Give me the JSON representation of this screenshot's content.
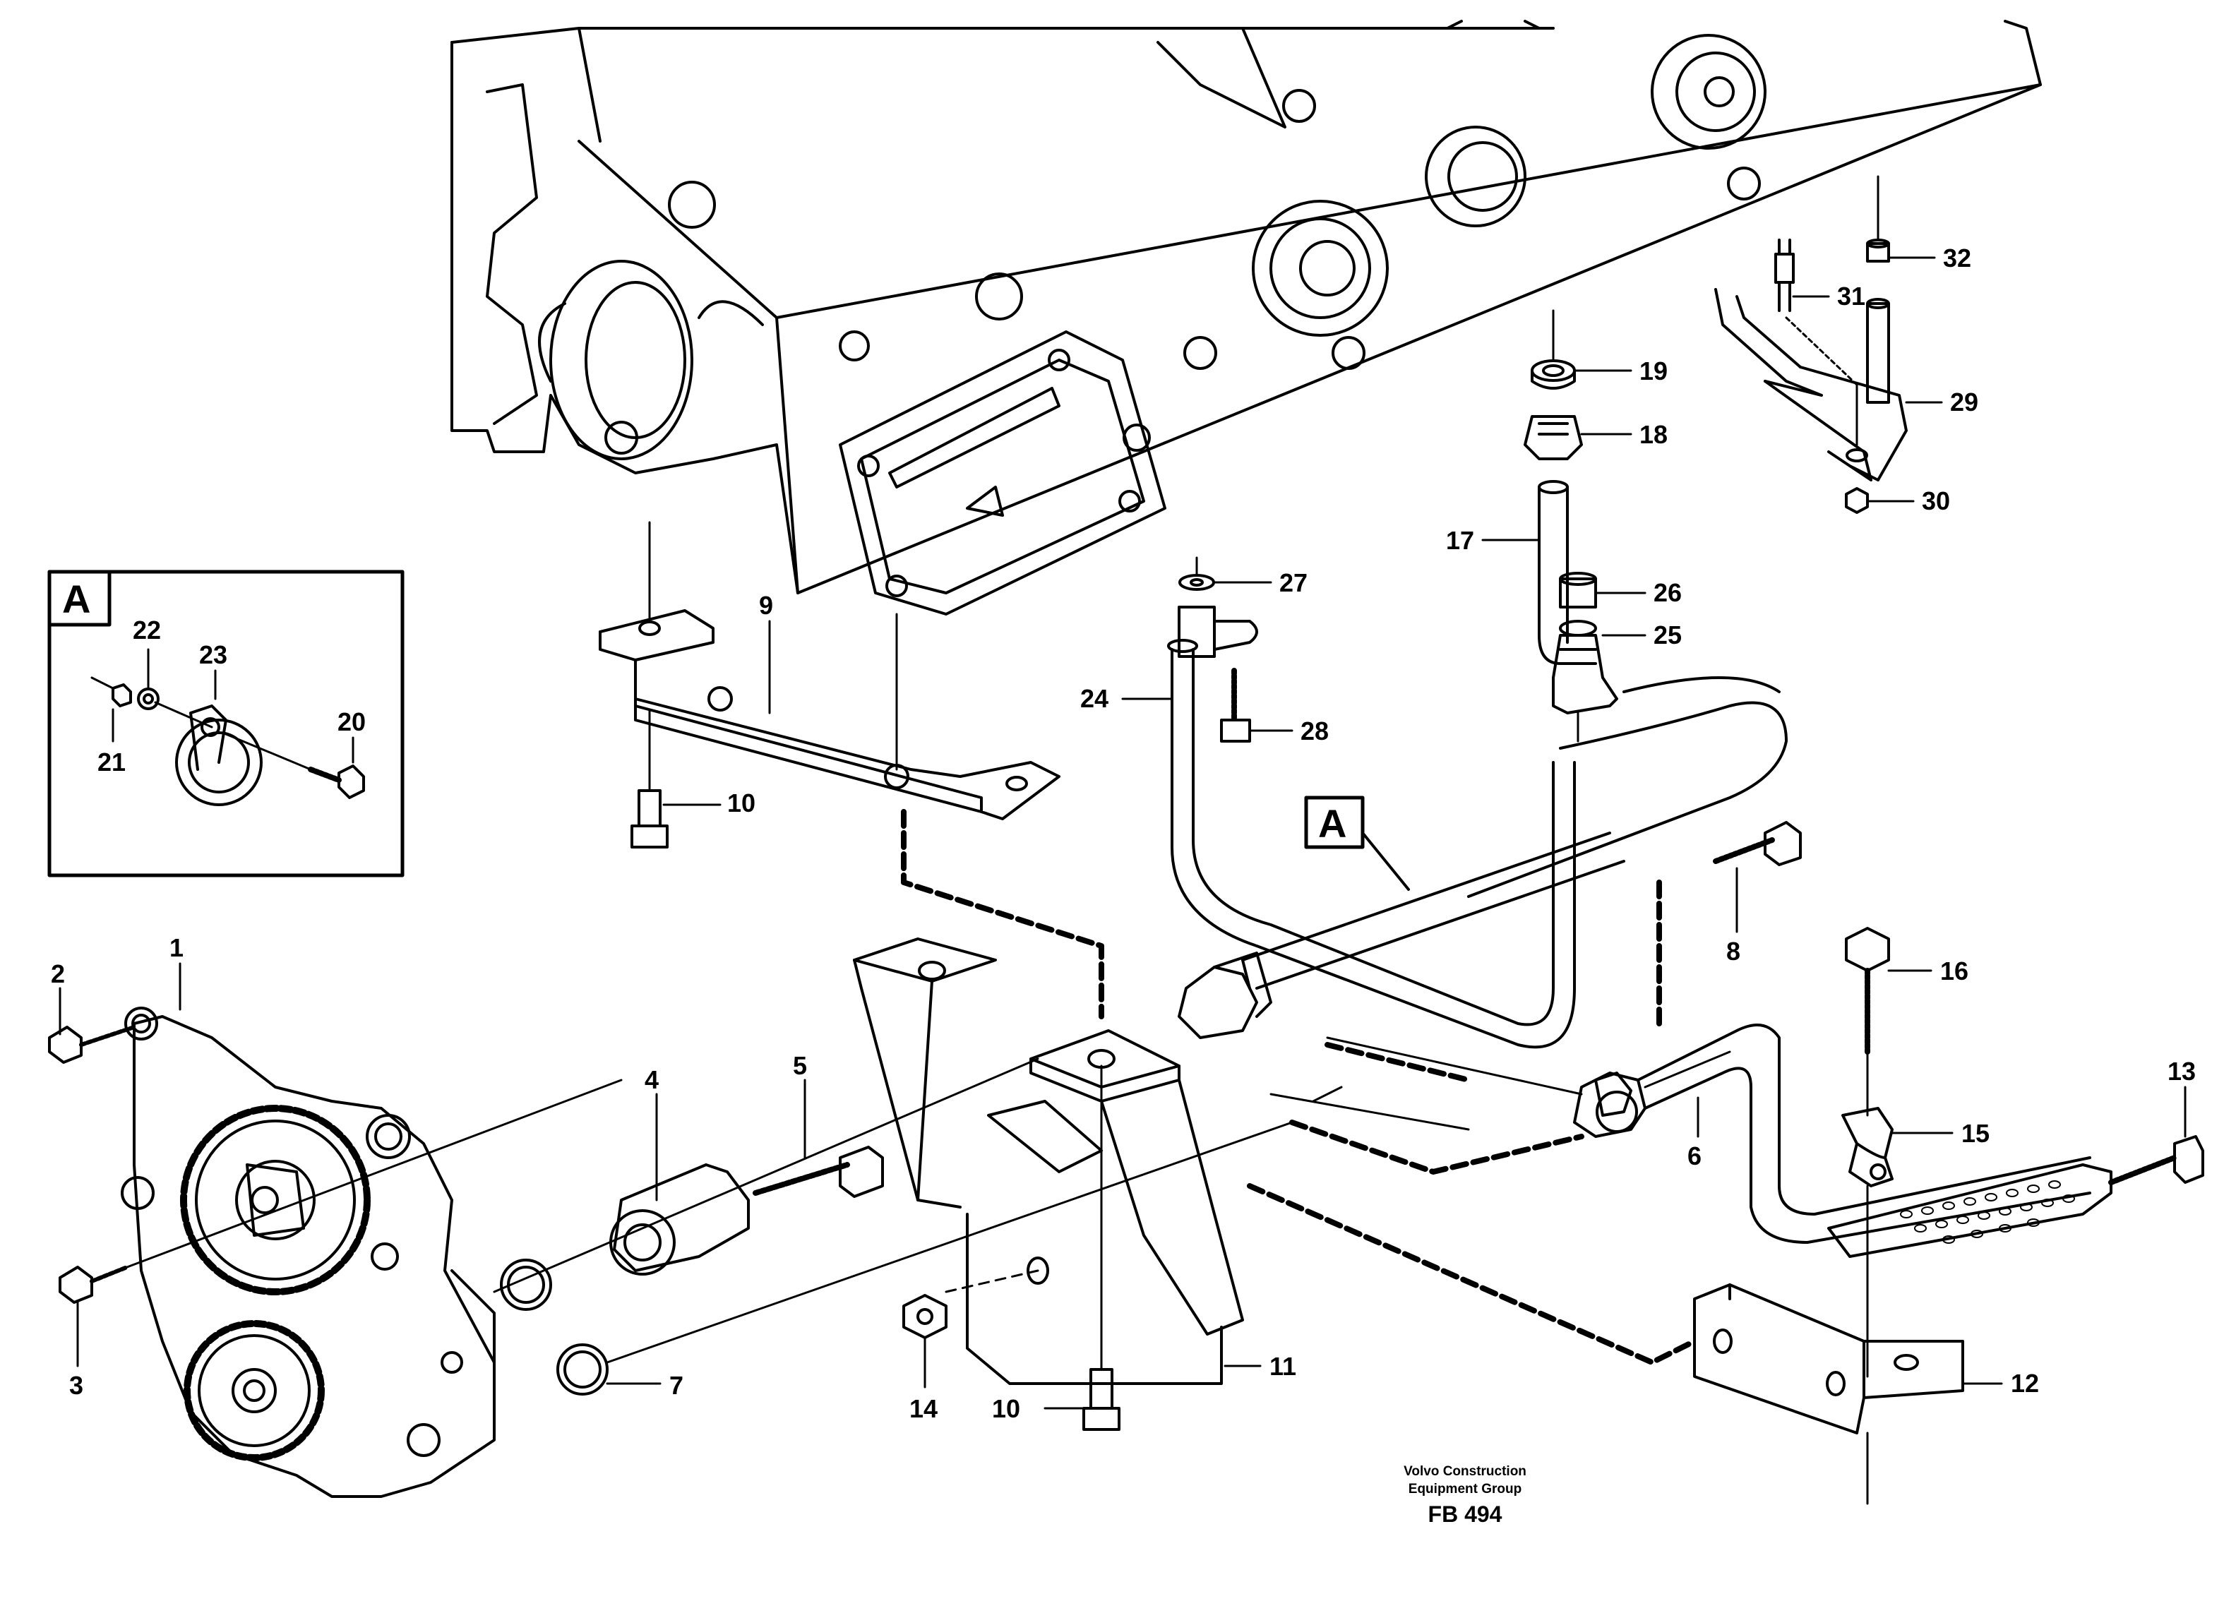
{
  "inset": {
    "letter": "A"
  },
  "section_marker": "A",
  "callouts": [
    {
      "id": "1",
      "label": "1"
    },
    {
      "id": "2",
      "label": "2"
    },
    {
      "id": "3",
      "label": "3"
    },
    {
      "id": "4",
      "label": "4"
    },
    {
      "id": "5",
      "label": "5"
    },
    {
      "id": "6",
      "label": "6"
    },
    {
      "id": "7",
      "label": "7"
    },
    {
      "id": "8",
      "label": "8"
    },
    {
      "id": "9",
      "label": "9"
    },
    {
      "id": "10a",
      "label": "10"
    },
    {
      "id": "10b",
      "label": "10"
    },
    {
      "id": "11",
      "label": "11"
    },
    {
      "id": "12",
      "label": "12"
    },
    {
      "id": "13",
      "label": "13"
    },
    {
      "id": "14",
      "label": "14"
    },
    {
      "id": "15",
      "label": "15"
    },
    {
      "id": "16",
      "label": "16"
    },
    {
      "id": "17",
      "label": "17"
    },
    {
      "id": "18",
      "label": "18"
    },
    {
      "id": "19",
      "label": "19"
    },
    {
      "id": "20",
      "label": "20"
    },
    {
      "id": "21",
      "label": "21"
    },
    {
      "id": "22",
      "label": "22"
    },
    {
      "id": "23",
      "label": "23"
    },
    {
      "id": "24",
      "label": "24"
    },
    {
      "id": "25",
      "label": "25"
    },
    {
      "id": "26",
      "label": "26"
    },
    {
      "id": "27",
      "label": "27"
    },
    {
      "id": "28",
      "label": "28"
    },
    {
      "id": "29",
      "label": "29"
    },
    {
      "id": "30",
      "label": "30"
    },
    {
      "id": "31",
      "label": "31"
    },
    {
      "id": "32",
      "label": "32"
    }
  ],
  "credit": {
    "line1": "Volvo Construction",
    "line2": "Equipment Group",
    "code": "FB 494"
  }
}
